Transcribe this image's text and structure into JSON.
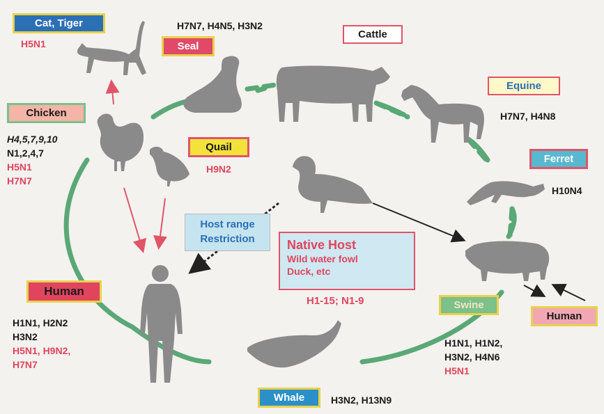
{
  "labels": {
    "cat_tiger": "Cat, Tiger",
    "seal": "Seal",
    "cattle": "Cattle",
    "equine": "Equine",
    "ferret": "Ferret",
    "chicken": "Chicken",
    "quail": "Quail",
    "human_left": "Human",
    "swine": "Swine",
    "human_right": "Human",
    "whale": "Whale",
    "host_range_1": "Host range",
    "host_range_2": "Restriction",
    "native_host_title": "Native Host",
    "native_host_line1": "Wild water fowl",
    "native_host_line2": "Duck, etc",
    "native_host_subtypes": "H1-15; N1-9"
  },
  "subtypes": {
    "cat_tiger": "H5N1",
    "seal": "H7N7, H4N5, H3N2",
    "equine": "H7N7, H4N8",
    "ferret": "H10N4",
    "chicken_line1": "H4,5,7,9,10",
    "chicken_line2": "N1,2,4,7",
    "chicken_line3": "H5N1",
    "chicken_line4": "H7N7",
    "quail": "H9N2",
    "human_line1": "H1N1, H2N2",
    "human_line2": "H3N2",
    "human_line3": "H5N1, H9N2,",
    "human_line4": "H7N7",
    "swine_line1": "H1N1, H1N2,",
    "swine_line2": "H3N2, H4N6",
    "swine_line3": "H5N1",
    "whale": "H3N2, H13N9"
  },
  "colors": {
    "green_arc": "#5aa876",
    "red_arrow": "#e05468",
    "silhouette": "#8a8a8a",
    "label_red": "#e0455e",
    "label_dark": "#1a1a1a"
  }
}
